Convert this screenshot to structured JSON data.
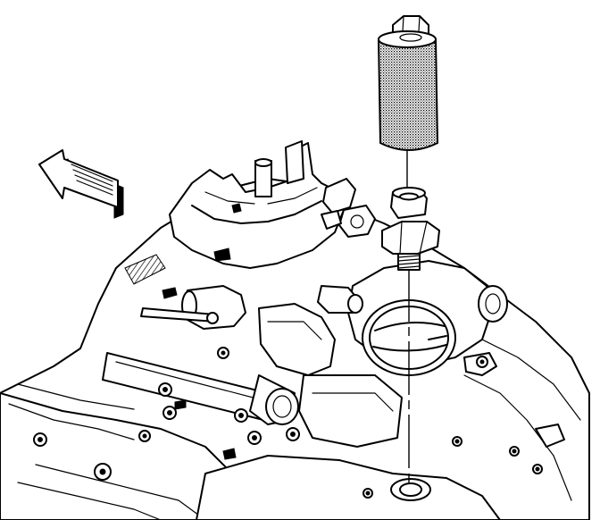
{
  "diagram": {
    "parts": [
      {
        "name": "deep-socket",
        "icon": "socket-icon"
      },
      {
        "name": "sensor-connector",
        "icon": "connector-icon"
      },
      {
        "name": "threaded-sensor",
        "icon": "sensor-icon"
      },
      {
        "name": "throttle-body",
        "icon": "throttle-icon"
      },
      {
        "name": "intake-manifold",
        "icon": "manifold-icon"
      },
      {
        "name": "direction-arrow",
        "icon": "arrow-icon"
      }
    ],
    "colors": {
      "ink": "#000000",
      "paper": "#ffffff",
      "shade": "#9a9a9a"
    }
  }
}
